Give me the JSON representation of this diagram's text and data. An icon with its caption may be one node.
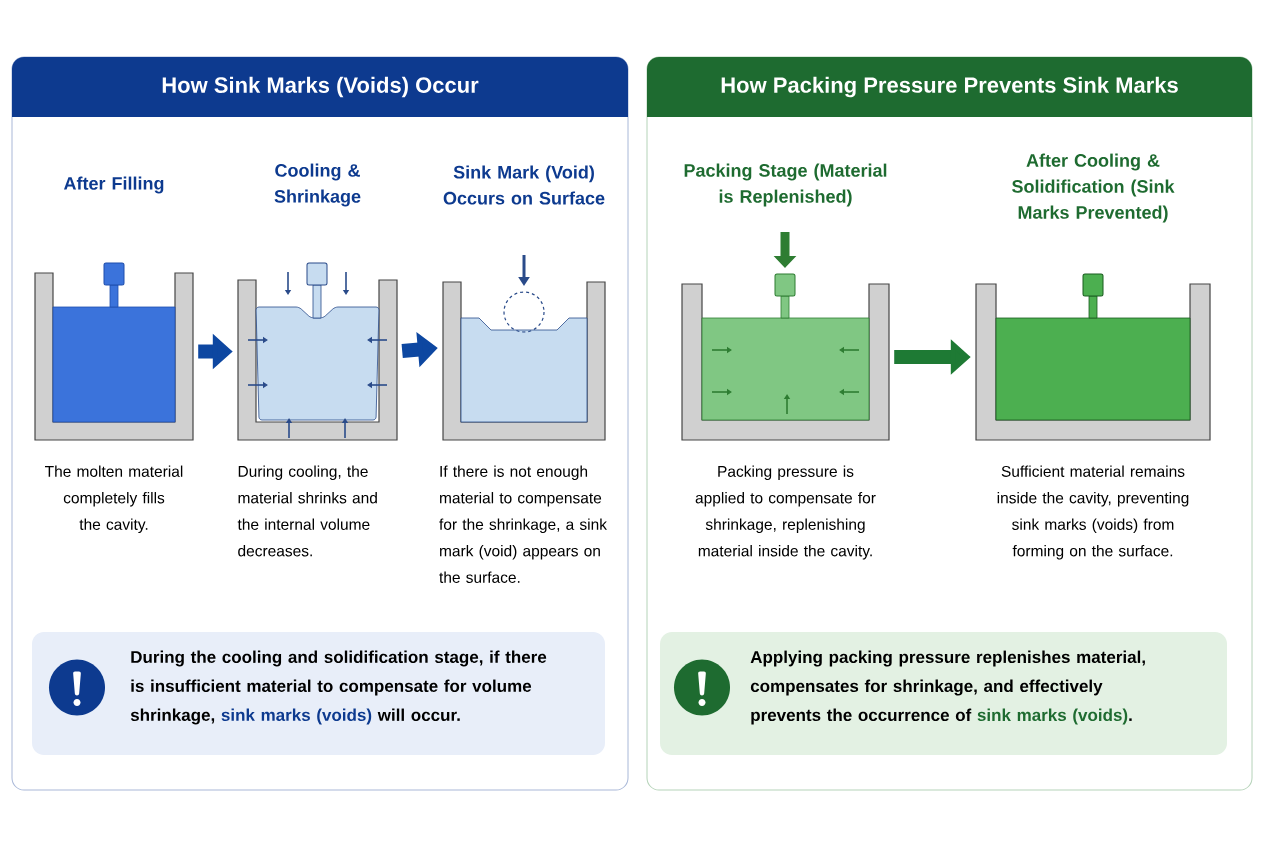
{
  "diagram": {
    "nodes": [
      {
        "text": [
          "How Sink Marks (Voids) Occur"
        ]
      },
      {
        "text": [
          "After Filling",
          "The molten material completely fills the cavity."
        ],
        "in": 0
      },
      {
        "text": [
          "Cooling & Shrinkage",
          "During cooling, the material shrinks and the internal volume decreases."
        ],
        "in": 0
      },
      {
        "text": [
          "Sink Mark (Void) Occurs on Surface",
          "If there is not enough material to compensate for the shrinkage, a sink mark (void) appears on the surface."
        ],
        "in": 0
      },
      {
        "text": [
          "During the cooling and solidification stage, if there is insufficient material to compensate for volume shrinkage, **sink marks (voids)** will occur."
        ],
        "in": 0
      },
      {
        "text": [
          "How Packing Pressure Prevents Sink Marks"
        ]
      },
      {
        "text": [
          "Packing Stage (Material is Replenished)",
          "Packing pressure is applied to compensate for shrinkage, replenishing material inside the cavity."
        ],
        "in": 5
      },
      {
        "text": [
          "After Cooling & Solidification (Sink Marks Prevented)",
          "Sufficient material remains inside the cavity, preventing sink marks (voids) from forming on the surface."
        ],
        "in": 5
      },
      {
        "text": [
          "Applying packing pressure replenishes material, compensates for shrinkage, and effectively prevents the occurrence of **sink marks (voids)**."
        ],
        "in": 5
      }
    ],
    "edges": [
      {
        "from": 1,
        "to": 2,
        "arrow": "to"
      },
      {
        "from": 2,
        "to": 3,
        "arrow": "to"
      },
      {
        "from": 6,
        "to": 7,
        "arrow": "to",
        "color": "#1e7a34"
      }
    ]
  }
}
